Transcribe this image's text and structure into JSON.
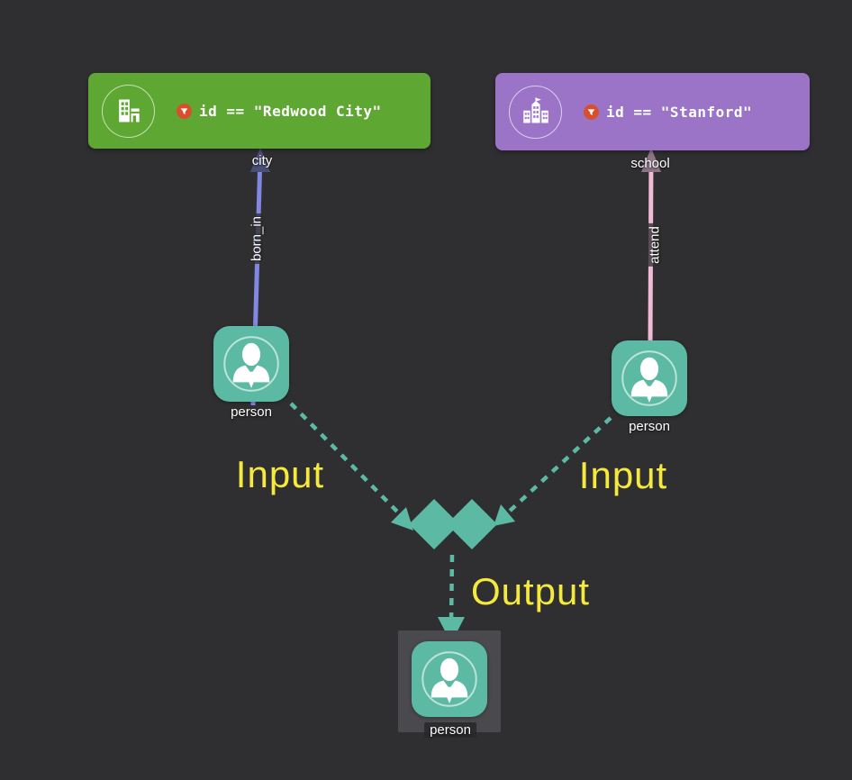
{
  "canvas": {
    "background": "#2f2f31"
  },
  "palette": {
    "node_teal": "#5cbaa4",
    "city_green": "#5fa733",
    "school_purple": "#9b74c8",
    "edge_born_in": "#8187e2",
    "edge_born_in_arrow": "#4a4f76",
    "edge_attend": "#f1bbd8",
    "edge_attend_arrow": "#8d7587",
    "filter_badge_red": "#d94f2b",
    "flow_label_yellow": "#f5e93d",
    "selection_gray": "#4a4a4e"
  },
  "vertex_boxes": {
    "city": {
      "type_label": "city",
      "filter_expression": "id == \"Redwood City\"",
      "icon": "city-buildings-icon",
      "color": "#5fa733"
    },
    "school": {
      "type_label": "school",
      "filter_expression": "id == \"Stanford\"",
      "icon": "school-building-icon",
      "color": "#9b74c8"
    }
  },
  "person_nodes": {
    "left": {
      "type_label": "person"
    },
    "right": {
      "type_label": "person"
    },
    "output": {
      "type_label": "person",
      "selected": true
    }
  },
  "edges": {
    "born_in": {
      "label": "born_in",
      "color": "#8187e2"
    },
    "attend": {
      "label": "attend",
      "color": "#f1bbd8"
    }
  },
  "flow_labels": {
    "input_left": "Input",
    "input_right": "Input",
    "output": "Output"
  }
}
